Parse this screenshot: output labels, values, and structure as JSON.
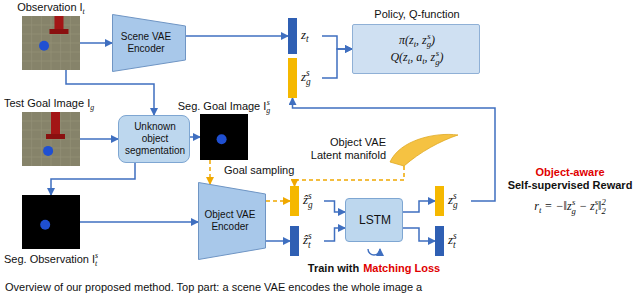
{
  "diagram": {
    "caption": "Overview of our proposed method. Top part: a scene VAE encodes the whole image a",
    "nodes": [
      {
        "text": [
          "Observation I",
          "t"
        ]
      },
      {
        "text": [
          "Scene VAE Encoder"
        ]
      },
      {
        "text": [
          "z",
          "t"
        ]
      },
      {
        "text": [
          "z",
          "s",
          "g"
        ]
      },
      {
        "text": [
          "Policy, Q-function",
          "π(z",
          "t",
          ", z",
          "s",
          "g",
          ")",
          "Q(z",
          "t",
          ", a",
          "t",
          ", z",
          "s",
          "g",
          ")"
        ]
      },
      {
        "text": [
          "Test Goal Image I",
          "g"
        ]
      },
      {
        "text": [
          "Unknown object segmentation"
        ]
      },
      {
        "text": [
          "Seg. Goal Image I",
          "s",
          "g"
        ]
      },
      {
        "text": [
          "Seg. Observation I",
          "s",
          "t"
        ]
      },
      {
        "text": [
          "Object VAE Encoder"
        ]
      },
      {
        "text": [
          "Object VAE Latent manifold"
        ]
      },
      {
        "text": [
          "ẑ",
          "s",
          "g"
        ]
      },
      {
        "text": [
          "ẑ",
          "s",
          "t"
        ]
      },
      {
        "text": [
          "LSTM"
        ]
      },
      {
        "text": [
          "z",
          "s",
          "g"
        ]
      },
      {
        "text": [
          "z",
          "s",
          "t"
        ]
      }
    ],
    "edges": [
      {
        "from": 0,
        "to": 1,
        "arrow": "to"
      },
      {
        "from": 1,
        "to": 2,
        "arrow": "to"
      },
      {
        "from": 2,
        "to": 4,
        "arrow": "to"
      },
      {
        "from": 3,
        "to": 4,
        "arrow": "to"
      },
      {
        "from": 0,
        "to": 6,
        "arrow": "to"
      },
      {
        "from": 5,
        "to": 6,
        "arrow": "to"
      },
      {
        "from": 6,
        "to": 7,
        "arrow": "to"
      },
      {
        "from": 6,
        "to": 8,
        "arrow": "to"
      },
      {
        "from": 8,
        "to": 9,
        "arrow": "to"
      },
      {
        "from": 7,
        "to": 9,
        "arrow": "to"
      },
      {
        "from": 9,
        "to": 11,
        "arrow": "to"
      },
      {
        "from": 9,
        "to": 12,
        "arrow": "to"
      },
      {
        "from": 10,
        "to": 11,
        "label": "Goal sampling",
        "arrow": "to"
      },
      {
        "from": 11,
        "to": 13,
        "arrow": "to"
      },
      {
        "from": 12,
        "to": 13,
        "arrow": "to"
      },
      {
        "from": 13,
        "to": 14,
        "arrow": "to"
      },
      {
        "from": 13,
        "to": 15,
        "arrow": "to"
      },
      {
        "from": 14,
        "to": 3,
        "arrow": "to"
      }
    ],
    "labels": [
      "Object-aware",
      "Self-supervised Reward",
      "r",
      "t",
      " = −‖z",
      "s",
      "g",
      " − z",
      "s",
      "t",
      "‖",
      "2",
      "2",
      "Train with",
      "Matching Loss"
    ]
  }
}
